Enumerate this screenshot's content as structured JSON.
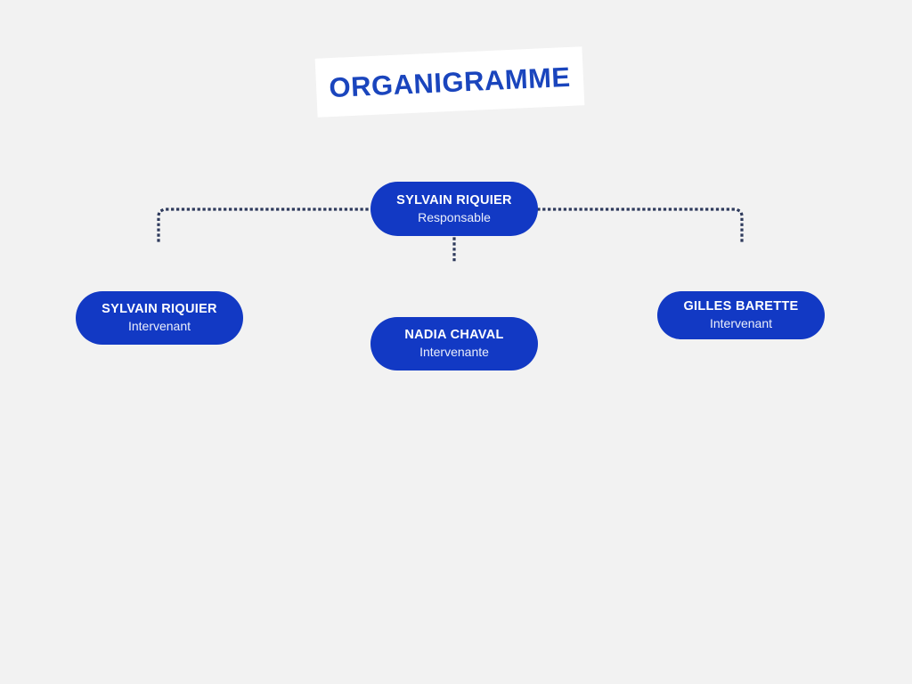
{
  "page": {
    "title": "ORGANIGRAMME",
    "background_color": "#f2f2f2",
    "accent_color": "#1239c4",
    "title_color": "#1a45bd",
    "banner_color": "#ffffff",
    "connector_color": "#2e3a5c"
  },
  "chart_data": {
    "type": "diagram",
    "subtype": "org-chart",
    "title": "ORGANIGRAMME",
    "root": {
      "name": "SYLVAIN RIQUIER",
      "role": "Responsable"
    },
    "children": [
      {
        "name": "SYLVAIN RIQUIER",
        "role": "Intervenant"
      },
      {
        "name": "NADIA CHAVAL",
        "role": "Intervenante"
      },
      {
        "name": "GILLES BARETTE",
        "role": "Intervenant"
      }
    ],
    "connector_style": "dotted",
    "layout": "one root with three subordinate nodes; dotted bus line branches left, down and right"
  },
  "nodes": {
    "root": {
      "name": "SYLVAIN RIQUIER",
      "role": "Responsable"
    },
    "left": {
      "name": "SYLVAIN RIQUIER",
      "role": "Intervenant"
    },
    "mid": {
      "name": "NADIA CHAVAL",
      "role": "Intervenante"
    },
    "right": {
      "name": "GILLES BARETTE",
      "role": "Intervenant"
    }
  }
}
